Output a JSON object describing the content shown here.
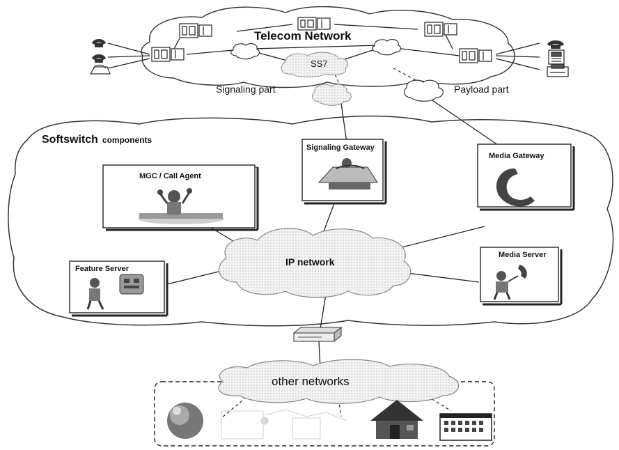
{
  "telecom": {
    "title": "Telecom Network",
    "ss7": "SS7"
  },
  "parts": {
    "signaling": "Signaling part",
    "payload": "Payload part"
  },
  "softswitch": {
    "title": "Softswitch",
    "subtitle": "components"
  },
  "components": {
    "mgc": "MGC / Call Agent",
    "signaling_gateway": "Signaling Gateway",
    "media_gateway": "Media Gateway",
    "feature_server": "Feature Server",
    "media_server": "Media Server"
  },
  "ip_network": "IP network",
  "other_networks": "other networks",
  "icons": [
    "telephone-icon",
    "fax-icon",
    "switch-exchange-icon",
    "cloud-icon",
    "router-icon",
    "globe-icon",
    "house-icon",
    "building-icon",
    "person-at-desk-icon",
    "phone-handset-icon"
  ]
}
